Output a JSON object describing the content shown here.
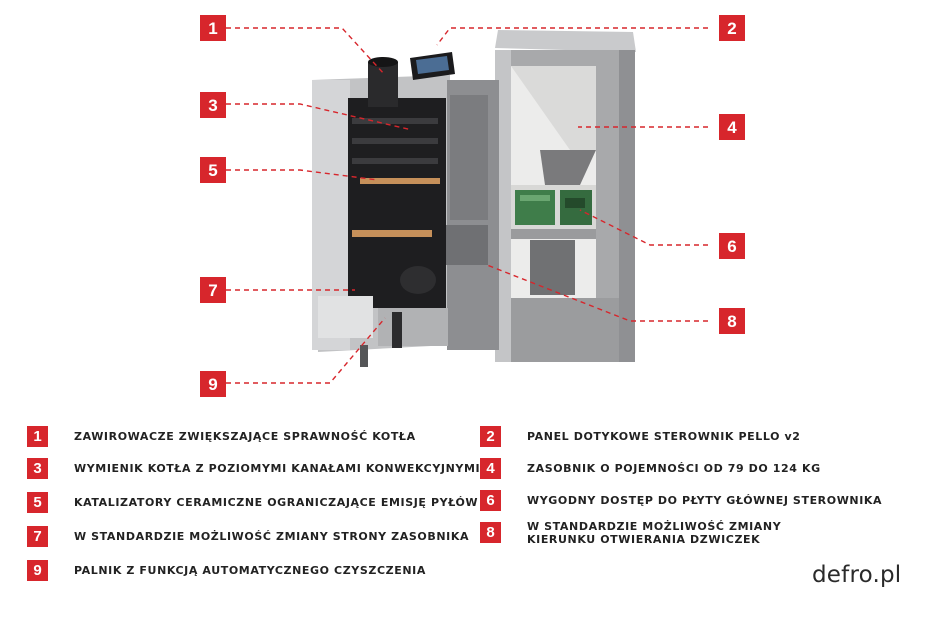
{
  "colors": {
    "accent_red": "#d7262c",
    "steel_light": "#b8b9bb",
    "steel_dark": "#7c7e81",
    "interior_dark": "#1e1e20",
    "ceramic": "#c6905a",
    "board_green": "#3f7d4a"
  },
  "callouts": [
    {
      "num": "1"
    },
    {
      "num": "2"
    },
    {
      "num": "3"
    },
    {
      "num": "4"
    },
    {
      "num": "5"
    },
    {
      "num": "6"
    },
    {
      "num": "7"
    },
    {
      "num": "8"
    },
    {
      "num": "9"
    }
  ],
  "legend": [
    {
      "num": "1",
      "text": "ZAWIROWACZE ZWIĘKSZAJĄCE SPRAWNOŚĆ KOTŁA",
      "text2": ""
    },
    {
      "num": "3",
      "text": "WYMIENIK KOTŁA Z POZIOMYMI KANAŁAMI KONWEKCYJNYMI",
      "text2": ""
    },
    {
      "num": "5",
      "text": "KATALIZATORY CERAMICZNE OGRANICZAJĄCE EMISJĘ PYŁÓW",
      "text2": ""
    },
    {
      "num": "7",
      "text": "W STANDARDZIE MOŻLIWOŚĆ ZMIANY STRONY ZASOBNIKA",
      "text2": ""
    },
    {
      "num": "9",
      "text": "PALNIK Z FUNKCJĄ AUTOMATYCZNEGO CZYSZCZENIA",
      "text2": ""
    },
    {
      "num": "2",
      "text": "PANEL DOTYKOWE STEROWNIK PELLO v2",
      "text2": ""
    },
    {
      "num": "4",
      "text": "ZASOBNIK O POJEMNOŚCI OD 79 DO 124 KG",
      "text2": ""
    },
    {
      "num": "6",
      "text": "WYGODNY DOSTĘP DO PŁYTY GŁÓWNEJ STEROWNIKA",
      "text2": ""
    },
    {
      "num": "8",
      "text": "W STANDARDZIE MOŻLIWOŚĆ ZMIANY",
      "text2": "KIERUNKU OTWIERANIA DZWICZEK"
    }
  ],
  "brand": {
    "text": "defro.pl"
  }
}
